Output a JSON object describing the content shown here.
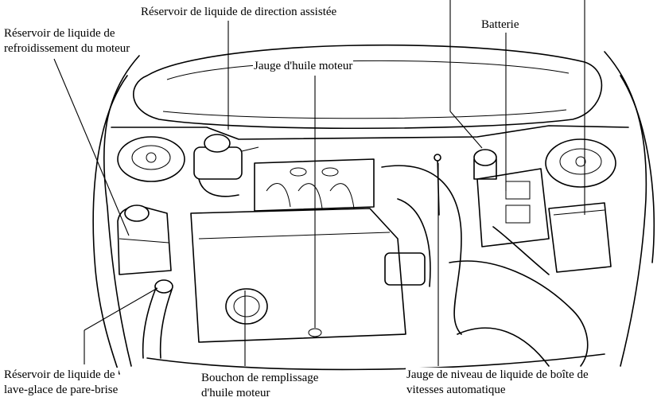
{
  "labels": {
    "steering_reservoir": "Réservoir de liquide de direction assistée",
    "coolant_reservoir_l1": "Réservoir de liquide de",
    "coolant_reservoir_l2": "refroidissement du moteur",
    "battery": "Batterie",
    "dipstick": "Jauge d'huile moteur",
    "washer_reservoir_l1": "Réservoir de liquide de",
    "washer_reservoir_l2": "lave-glace de pare-brise",
    "oil_filler_l1": "Bouchon de remplissage",
    "oil_filler_l2": "d'huile moteur",
    "atf_dipstick_l1": "Jauge de niveau de liquide de boîte de",
    "atf_dipstick_l2": "vitesses automatique"
  },
  "colors": {
    "line": "#000000",
    "background": "#ffffff"
  }
}
